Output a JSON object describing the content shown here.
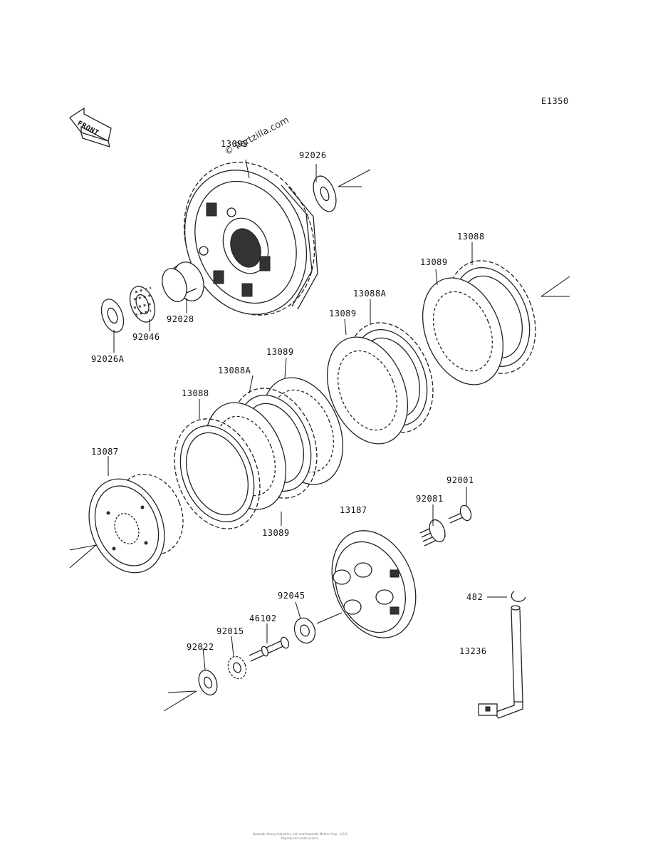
{
  "diagram_code": "E1350",
  "front_label": "FRONT",
  "watermark": "© Partzilla.com",
  "footer_line1": "Kawasaki Heavy Industries, Ltd. and Kawasaki Motors Corp., U.S.A.",
  "footer_line2": "Reproduced under license",
  "parts": [
    {
      "id": "p0",
      "label": "13095"
    },
    {
      "id": "p1",
      "label": "92026"
    },
    {
      "id": "p2",
      "label": "13088"
    },
    {
      "id": "p3",
      "label": "13089"
    },
    {
      "id": "p4",
      "label": "13088A"
    },
    {
      "id": "p5",
      "label": "13089"
    },
    {
      "id": "p6",
      "label": "92028"
    },
    {
      "id": "p7",
      "label": "92046"
    },
    {
      "id": "p8",
      "label": "92026A"
    },
    {
      "id": "p9",
      "label": "13089"
    },
    {
      "id": "p10",
      "label": "13088A"
    },
    {
      "id": "p11",
      "label": "13088"
    },
    {
      "id": "p12",
      "label": "13087"
    },
    {
      "id": "p13",
      "label": "13089"
    },
    {
      "id": "p14",
      "label": "92001"
    },
    {
      "id": "p15",
      "label": "92081"
    },
    {
      "id": "p16",
      "label": "13187"
    },
    {
      "id": "p17",
      "label": "482"
    },
    {
      "id": "p18",
      "label": "92045"
    },
    {
      "id": "p19",
      "label": "46102"
    },
    {
      "id": "p20",
      "label": "92015"
    },
    {
      "id": "p21",
      "label": "92022"
    },
    {
      "id": "p22",
      "label": "13236"
    }
  ]
}
